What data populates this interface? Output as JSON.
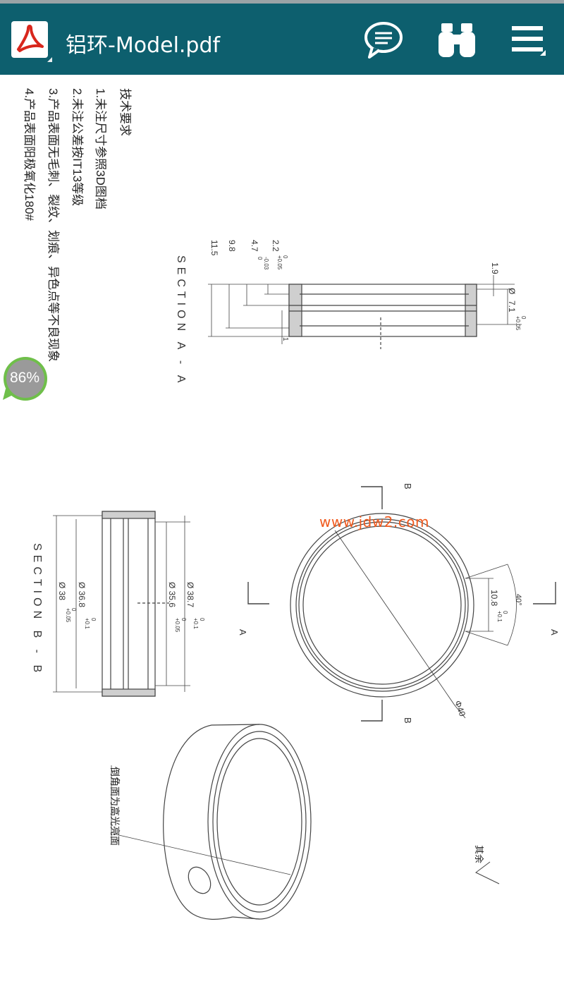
{
  "header": {
    "title": "铝环-Model.pdf",
    "app_icon": "pdf-icon",
    "buttons": {
      "comment_icon": "speech-bubble-icon",
      "search_icon": "binoculars-icon",
      "menu_icon": "hamburger-menu-icon"
    }
  },
  "zoom": {
    "label": "86%"
  },
  "watermark": "www.jdw2.com",
  "drawing": {
    "tech_title": "技术要求",
    "tech_notes": [
      "1.未注尺寸参照3D图档",
      "2.未注公差按IT13等级",
      "3.产品表面无毛刺、裂纹、划痕、异色点等不良现象",
      "4.产品表面阳极氧化180#"
    ],
    "section_aa": "SECTION A - A",
    "section_bb": "SECTION B - B",
    "dims_aa": {
      "d1_9": "1.9",
      "d7_1": "7.1",
      "d7_1_tol": "+0.05",
      "d7_1_tol_low": "0",
      "d_phi": "Ø",
      "d2_2": "2.2",
      "d2_2_tol": "+0.05",
      "d2_2_tol_low": "0",
      "d4_7": "4.7",
      "d4_7_tol": "0",
      "d4_7_tol_low": "-0.03",
      "d9_8": "9.8",
      "d11_5": "11.5",
      "d1": "1"
    },
    "dims_bb": {
      "d36_8": "Ø 36.8",
      "d36_8_tol": "+0.1",
      "d36_8_tol_low": "0",
      "d38": "Ø 38",
      "d38_tol": "+0.05",
      "d38_tol_low": "0",
      "d35_6": "Ø 35.6",
      "d35_6_tol": "+0.05",
      "d35_6_tol_low": "0",
      "d38_7": "Ø 38.7",
      "d38_7_tol": "+0.1",
      "d38_7_tol_low": "0"
    },
    "front_view": {
      "label_a": "A",
      "label_b": "B",
      "d10_8": "10.8",
      "d10_8_tol": "+0.1",
      "d10_8_tol_low": "0",
      "angle": "40°",
      "phi40": "Φ40"
    },
    "iso_note": "倒角面为高光亮面",
    "surface_note": "其余"
  }
}
